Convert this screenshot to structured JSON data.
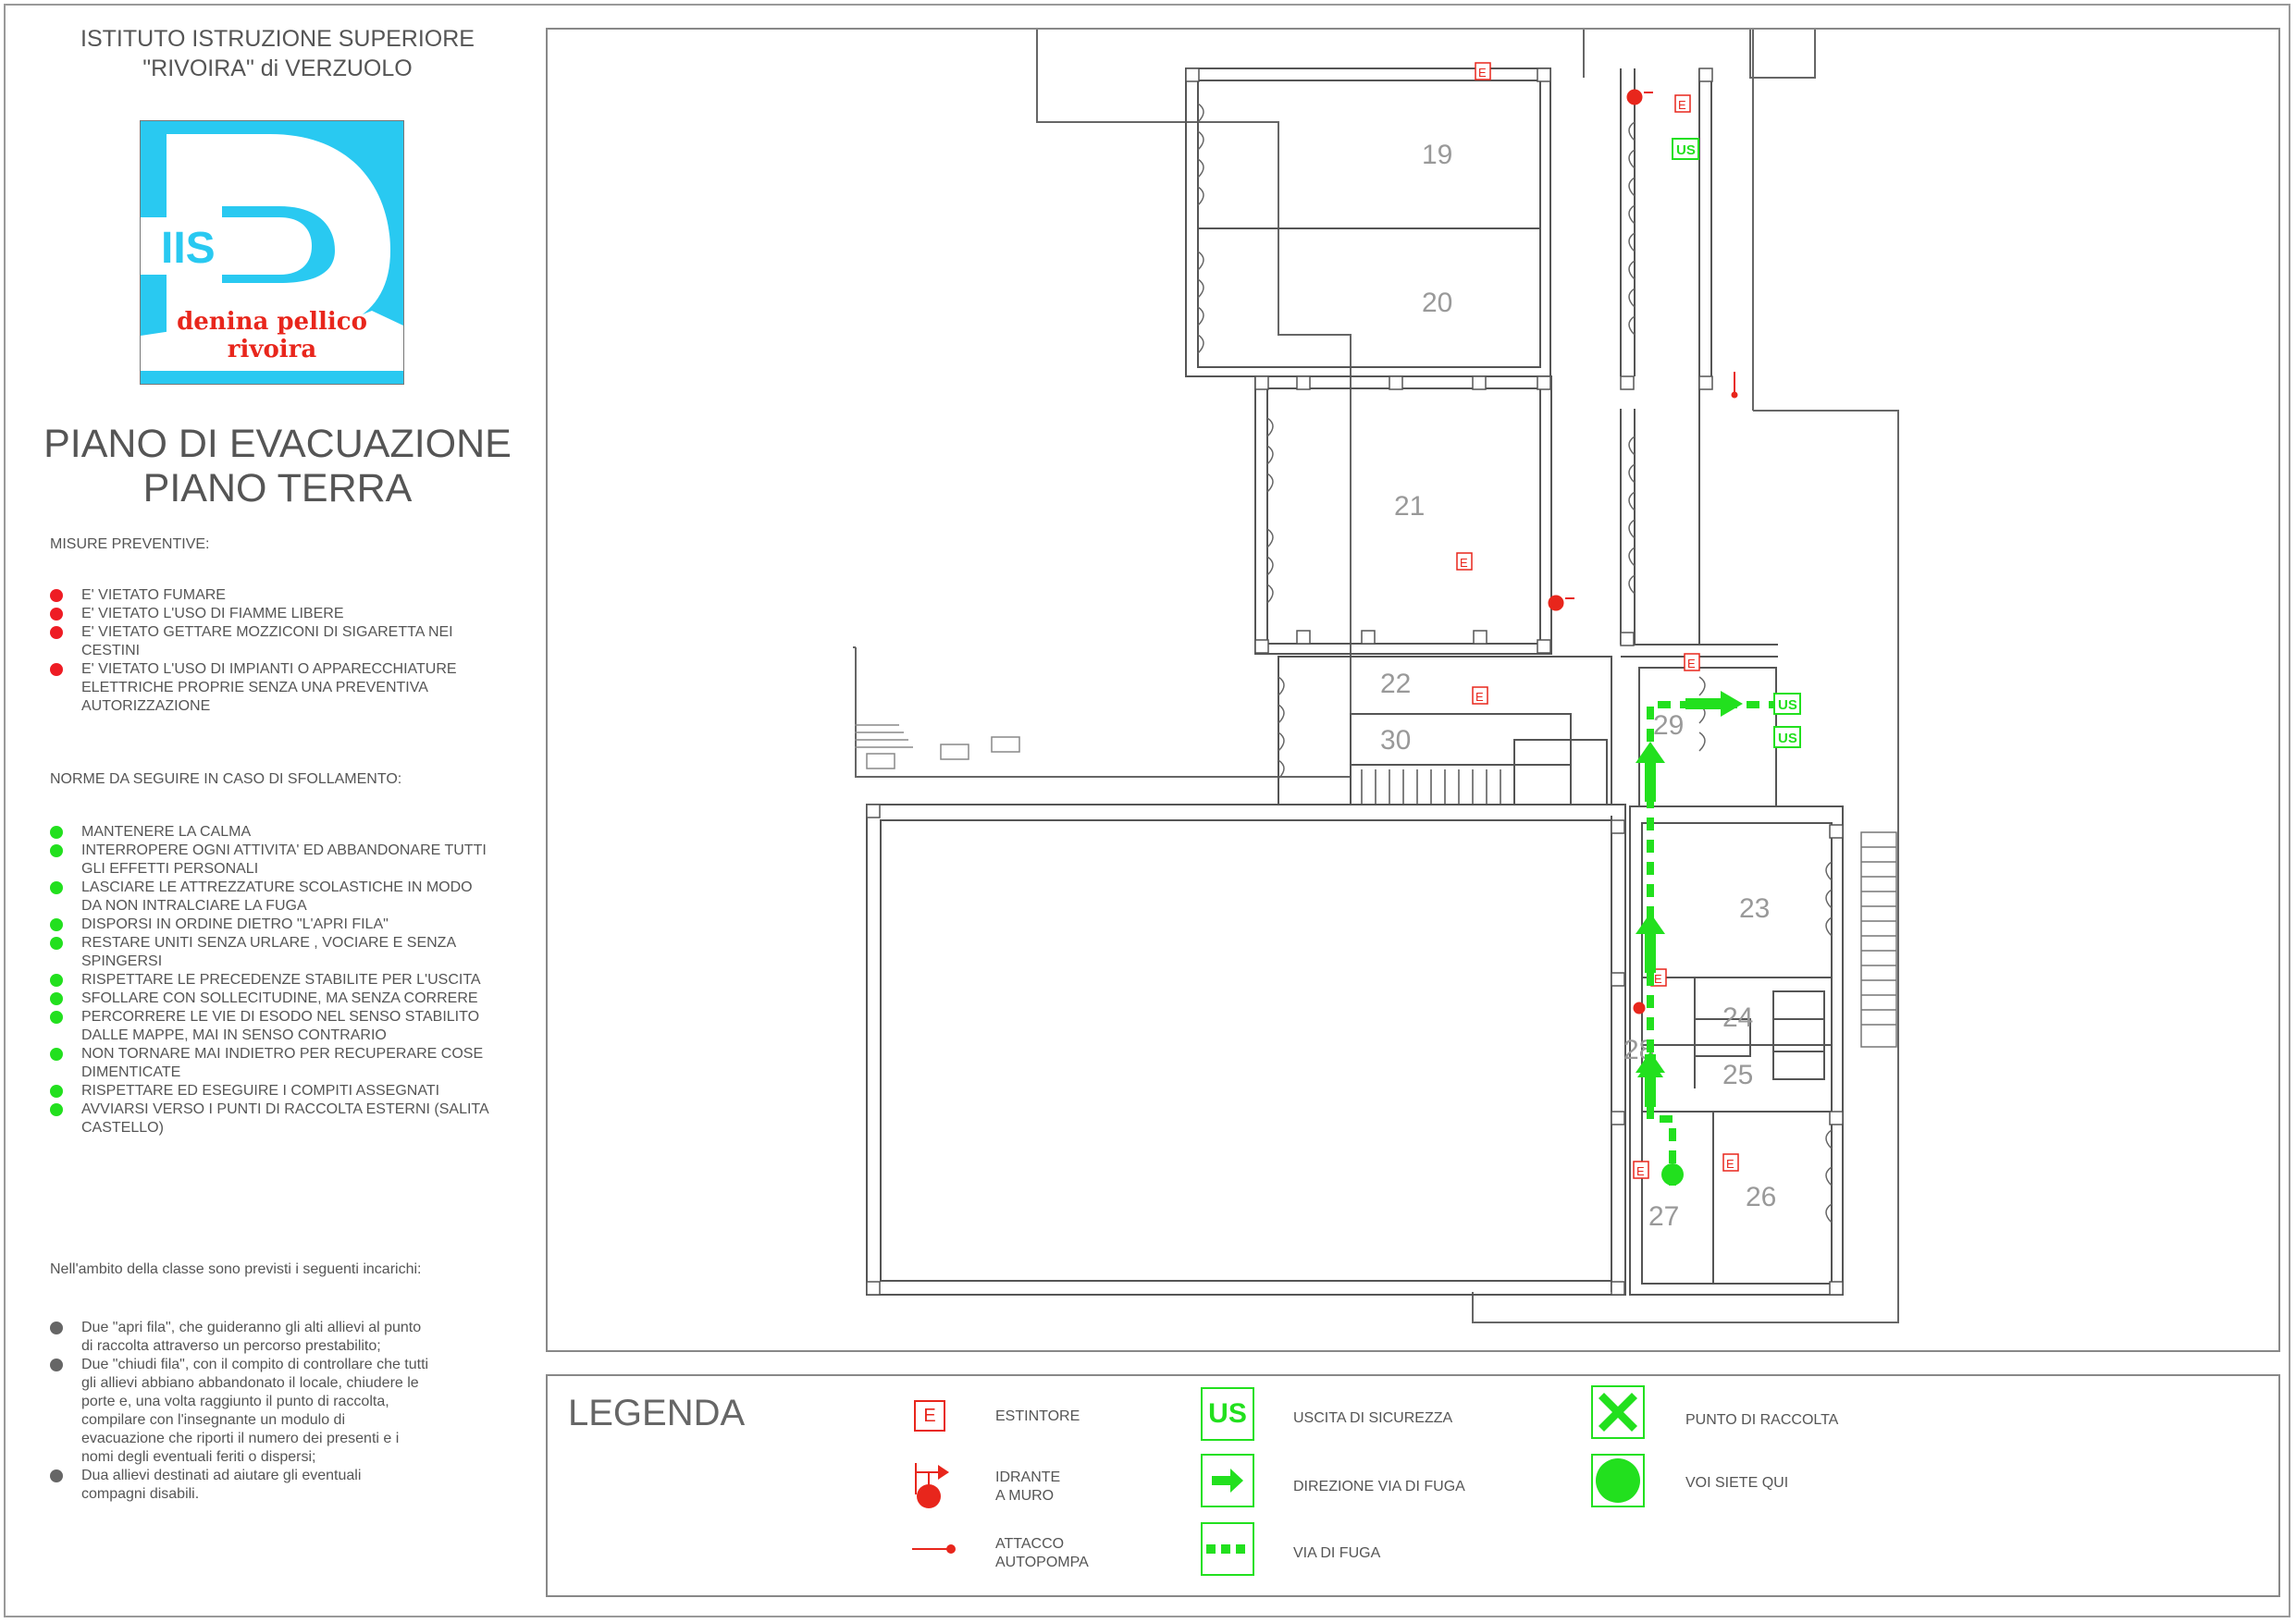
{
  "header": {
    "school_line1": "ISTITUTO ISTRUZIONE SUPERIORE",
    "school_line2": "\"RIVOIRA\" di VERZUOLO"
  },
  "logo": {
    "letters": "IIS",
    "tagline": "denina pellico rivoira",
    "bg_color": "#29c9f1",
    "accent_color": "#e8261c"
  },
  "title": {
    "line1": "PIANO DI EVACUAZIONE",
    "line2": "PIANO TERRA"
  },
  "preventive": {
    "heading": "MISURE PREVENTIVE:",
    "items": [
      "E' VIETATO FUMARE",
      "E' VIETATO L'USO DI FIAMME LIBERE",
      "E' VIETATO GETTARE MOZZICONI DI SIGARETTA NEI CESTINI",
      "E' VIETATO L'USO DI IMPIANTI O APPARECCHIATURE ELETTRICHE PROPRIE SENZA UNA PREVENTIVA AUTORIZZAZIONE"
    ],
    "bullet_color": "#ee1c24"
  },
  "evacuation": {
    "heading": "NORME DA SEGUIRE IN CASO DI SFOLLAMENTO:",
    "items": [
      "MANTENERE LA CALMA",
      "INTERROPERE OGNI ATTIVITA' ED ABBANDONARE TUTTI GLI EFFETTI PERSONALI",
      "LASCIARE LE ATTREZZATURE SCOLASTICHE IN MODO DA NON INTRALCIARE LA FUGA",
      "DISPORSI IN ORDINE DIETRO \"L'APRI FILA\"",
      "RESTARE UNITI SENZA URLARE , VOCIARE E SENZA SPINGERSI",
      "RISPETTARE LE PRECEDENZE STABILITE PER L'USCITA",
      "SFOLLARE CON SOLLECITUDINE, MA SENZA CORRERE",
      "PERCORRERE LE VIE DI ESODO NEL SENSO STABILITO DALLE MAPPE, MAI IN SENSO CONTRARIO",
      "NON TORNARE MAI INDIETRO PER RECUPERARE COSE DIMENTICATE",
      "RISPETTARE ED ESEGUIRE I COMPITI ASSEGNATI",
      "AVVIARSI VERSO I PUNTI DI RACCOLTA ESTERNI (SALITA CASTELLO)"
    ],
    "bullet_color": "#22e01e"
  },
  "duties": {
    "heading": "Nell'ambito della classe sono previsti i seguenti incarichi:",
    "items": [
      "Due \"apri fila\", che guideranno gli alti allievi al punto di raccolta attraverso un percorso prestabilito;",
      "Due \"chiudi fila\", con il compito di controllare che tutti gli allievi abbiano abbandonato il locale, chiudere le porte e, una volta raggiunto il punto di raccolta, compilare con l'insegnante un modulo di evacuazione che riporti il numero dei presenti e i nomi degli eventuali feriti o dispersi;",
      "Dua allievi destinati ad aiutare gli eventuali compagni disabili."
    ],
    "bullet_color": "#666666"
  },
  "plan": {
    "rooms": [
      "19",
      "20",
      "21",
      "22",
      "23",
      "24",
      "25",
      "26",
      "27",
      "28",
      "29",
      "30"
    ],
    "extinguisher_letter": "E",
    "exit_label": "US",
    "route_color": "#22e01e",
    "fire_color": "#ee1c24"
  },
  "legend": {
    "title": "LEGENDA",
    "extinguisher": "ESTINTORE",
    "extinguisher_symbol": "E",
    "hydrant_line1": "IDRANTE",
    "hydrant_line2": "A MURO",
    "pump_line1": "ATTACCO",
    "pump_line2": "AUTOPOMPA",
    "exit": "USCITA DI SICUREZZA",
    "exit_symbol": "US",
    "direction": "DIREZIONE VIA DI FUGA",
    "route": "VIA DI FUGA",
    "assembly": "PUNTO DI RACCOLTA",
    "you_are_here": "VOI SIETE QUI"
  }
}
